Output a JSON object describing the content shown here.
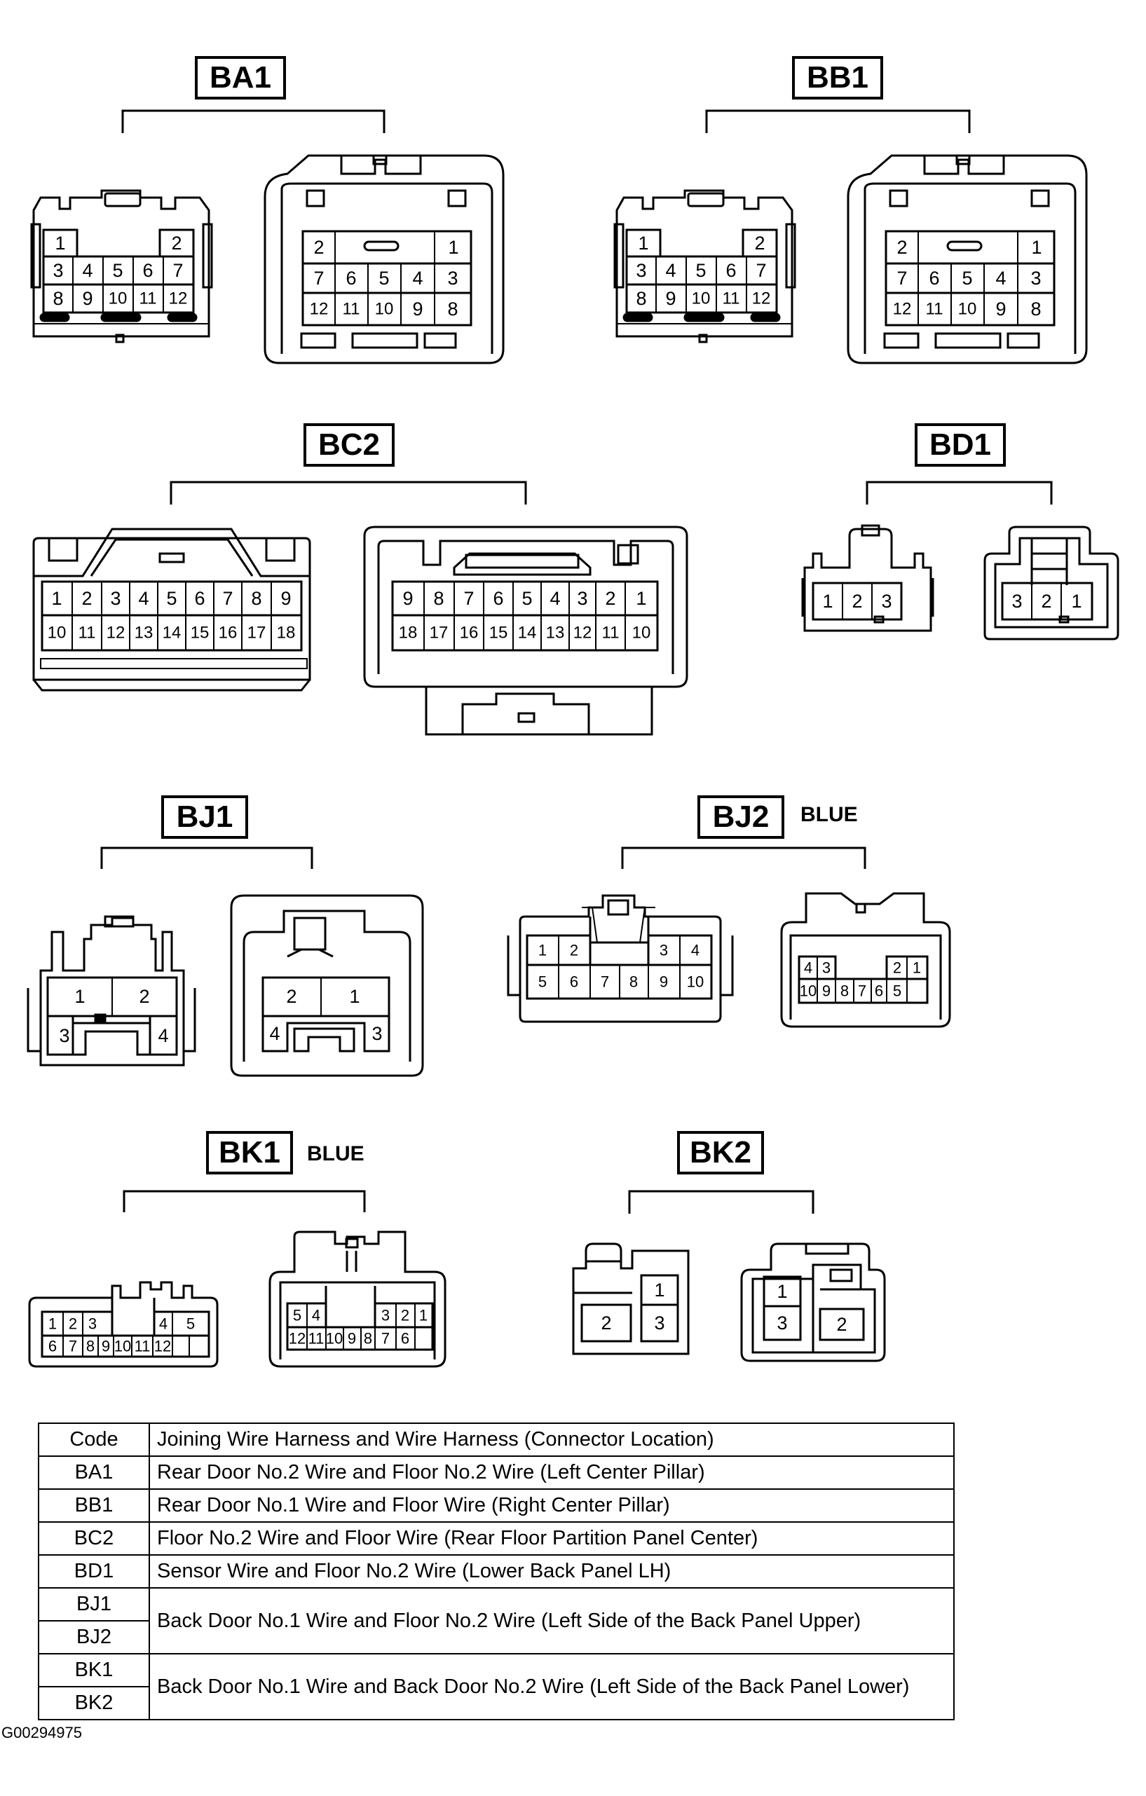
{
  "groups": [
    {
      "code": "BA1",
      "color": ""
    },
    {
      "code": "BB1",
      "color": ""
    },
    {
      "code": "BC2",
      "color": ""
    },
    {
      "code": "BD1",
      "color": ""
    },
    {
      "code": "BJ1",
      "color": ""
    },
    {
      "code": "BJ2",
      "color": "BLUE"
    },
    {
      "code": "BK1",
      "color": "BLUE"
    },
    {
      "code": "BK2",
      "color": ""
    }
  ],
  "connectors": [
    {
      "id": "BA1-female",
      "pins": [
        "1",
        "2",
        "3",
        "4",
        "5",
        "6",
        "7",
        "8",
        "9",
        "10",
        "11",
        "12"
      ]
    },
    {
      "id": "BA1-male",
      "pins": [
        "2",
        "1",
        "7",
        "6",
        "5",
        "4",
        "3",
        "12",
        "11",
        "10",
        "9",
        "8"
      ]
    },
    {
      "id": "BB1-female",
      "pins": [
        "1",
        "2",
        "3",
        "4",
        "5",
        "6",
        "7",
        "8",
        "9",
        "10",
        "11",
        "12"
      ]
    },
    {
      "id": "BB1-male",
      "pins": [
        "2",
        "1",
        "7",
        "6",
        "5",
        "4",
        "3",
        "12",
        "11",
        "10",
        "9",
        "8"
      ]
    },
    {
      "id": "BC2-female",
      "pins": [
        "1",
        "2",
        "3",
        "4",
        "5",
        "6",
        "7",
        "8",
        "9",
        "10",
        "11",
        "12",
        "13",
        "14",
        "15",
        "16",
        "17",
        "18"
      ]
    },
    {
      "id": "BC2-male",
      "pins": [
        "9",
        "8",
        "7",
        "6",
        "5",
        "4",
        "3",
        "2",
        "1",
        "18",
        "17",
        "16",
        "15",
        "14",
        "13",
        "12",
        "11",
        "10"
      ]
    },
    {
      "id": "BD1-female",
      "pins": [
        "1",
        "2",
        "3"
      ]
    },
    {
      "id": "BD1-male",
      "pins": [
        "3",
        "2",
        "1"
      ]
    },
    {
      "id": "BJ1-female",
      "pins": [
        "1",
        "2",
        "3",
        "4"
      ]
    },
    {
      "id": "BJ1-male",
      "pins": [
        "2",
        "1",
        "4",
        "3"
      ]
    },
    {
      "id": "BJ2-female",
      "pins": [
        "1",
        "2",
        "3",
        "4",
        "5",
        "6",
        "7",
        "8",
        "9",
        "10"
      ]
    },
    {
      "id": "BJ2-male",
      "pins": [
        "4",
        "3",
        "2",
        "1",
        "10",
        "9",
        "8",
        "7",
        "6",
        "5"
      ]
    },
    {
      "id": "BK1-female",
      "pins": [
        "1",
        "2",
        "3",
        "4",
        "5",
        "6",
        "7",
        "8",
        "9",
        "10",
        "11",
        "12"
      ]
    },
    {
      "id": "BK1-male",
      "pins": [
        "5",
        "4",
        "3",
        "2",
        "1",
        "12",
        "11",
        "10",
        "9",
        "8",
        "7",
        "6"
      ]
    },
    {
      "id": "BK2-female",
      "pins": [
        "1",
        "2",
        "3"
      ]
    },
    {
      "id": "BK2-male",
      "pins": [
        "1",
        "3",
        "2"
      ]
    }
  ],
  "legend": {
    "header": {
      "code": "Code",
      "description": "Joining Wire Harness and Wire Harness (Connector Location)"
    },
    "rows": [
      {
        "code": "BA1",
        "description": "Rear Door No.2 Wire and Floor No.2 Wire (Left Center Pillar)"
      },
      {
        "code": "BB1",
        "description": "Rear Door No.1 Wire and Floor Wire (Right Center Pillar)"
      },
      {
        "code": "BC2",
        "description": "Floor No.2 Wire and Floor Wire (Rear Floor Partition Panel Center)"
      },
      {
        "code": "BD1",
        "description": "Sensor Wire and Floor No.2 Wire (Lower Back Panel LH)"
      }
    ],
    "merged_rows": [
      {
        "codes": [
          "BJ1",
          "BJ2"
        ],
        "description": "Back Door No.1 Wire and Floor No.2 Wire (Left Side of the Back Panel Upper)"
      },
      {
        "codes": [
          "BK1",
          "BK2"
        ],
        "description": "Back Door No.1 Wire and Back Door No.2 Wire (Left Side of the Back Panel Lower)"
      }
    ]
  },
  "figure_code": "G00294975"
}
